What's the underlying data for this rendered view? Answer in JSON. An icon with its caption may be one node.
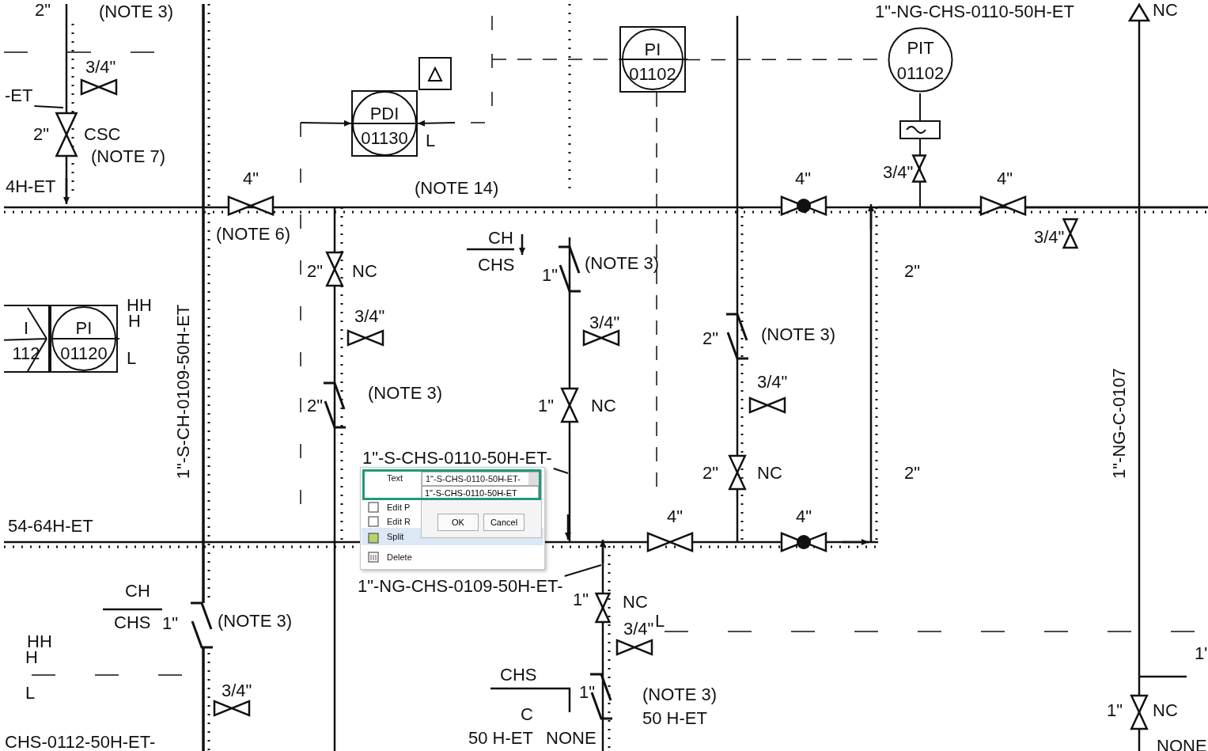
{
  "diagram": {
    "nodes": [
      {
        "text": [
          "PDI",
          "01130"
        ],
        "beside": [
          "L"
        ]
      },
      {
        "text": [
          "PI",
          "01102"
        ]
      },
      {
        "text": [
          "PIT",
          "01102"
        ]
      },
      {
        "text": [
          "PI",
          "01120"
        ],
        "beside": [
          "HH",
          "H",
          "L"
        ]
      },
      {
        "text": [
          "I",
          "112"
        ]
      },
      {
        "text": [],
        "shape": "box"
      },
      {
        "text": [
          "-ET"
        ]
      },
      {
        "text": [
          "1\"-S-CHS-0110-50H-ET-"
        ]
      },
      {
        "text": [
          "1\"-NG-CHS-0109-50H-ET-"
        ]
      }
    ],
    "edges": [
      {
        "from": null,
        "to": 0,
        "arrow": "to"
      },
      {
        "from": null,
        "to": 0,
        "arrow": "to"
      },
      {
        "from": 6,
        "to": null,
        "arrow": "none"
      },
      {
        "from": 7,
        "to": null,
        "arrow": "none"
      },
      {
        "from": 8,
        "to": null,
        "arrow": "none"
      },
      {
        "from": 1,
        "to": 2,
        "arrow": "none",
        "style": "dashed"
      },
      {
        "from": null,
        "to": 1,
        "arrow": "none",
        "style": "dashed"
      },
      {
        "from": 1,
        "to": null,
        "arrow": "none",
        "style": "dashed"
      },
      {
        "from": 2,
        "to": null,
        "arrow": "none"
      }
    ],
    "labels": [
      "2\"",
      "(NOTE 3)",
      "1\"-NG-CHS-0110-50H-ET",
      "NC",
      "3/4\"",
      "2\"",
      "CSC",
      "(NOTE 7)",
      "4H-ET",
      "4\"",
      "(NOTE 14)",
      "4\"",
      "3/4\"",
      "4\"",
      "(NOTE 6)",
      "CH",
      "CHS",
      "1\"",
      "(NOTE 3)",
      "3/4\"",
      "2\"",
      "NC",
      "2\"",
      "3/4\"",
      "3/4\"",
      "2\"",
      "(NOTE 3)",
      "1\"-S-CH-0109-50H-ET",
      "3/4\"",
      "2\"",
      "(NOTE 3)",
      "1\"",
      "NC",
      "1\"-NG-C-0107",
      "2\"",
      "NC",
      "2\"",
      "54-64H-ET",
      "4\"",
      "4\"",
      "CH",
      "1\"",
      "NC",
      "CHS",
      "1\"",
      "(NOTE 3)",
      "3/4\"",
      "L",
      "HH",
      "H",
      "1\"",
      "CHS",
      "L",
      "3/4\"",
      "1\"",
      "(NOTE 3)",
      "C",
      "50 H-ET",
      "1\"",
      "NC",
      "CHS-0112-50H-ET-",
      "50 H-ET",
      "NONE",
      "NONE",
      "Text",
      "Edit P",
      "Edit R",
      "Split",
      "Delete",
      "1\"-S-CHS-0110-50H-ET-",
      "1\"-S-CHS-0110-50H-ET",
      "OK",
      "Cancel"
    ]
  }
}
